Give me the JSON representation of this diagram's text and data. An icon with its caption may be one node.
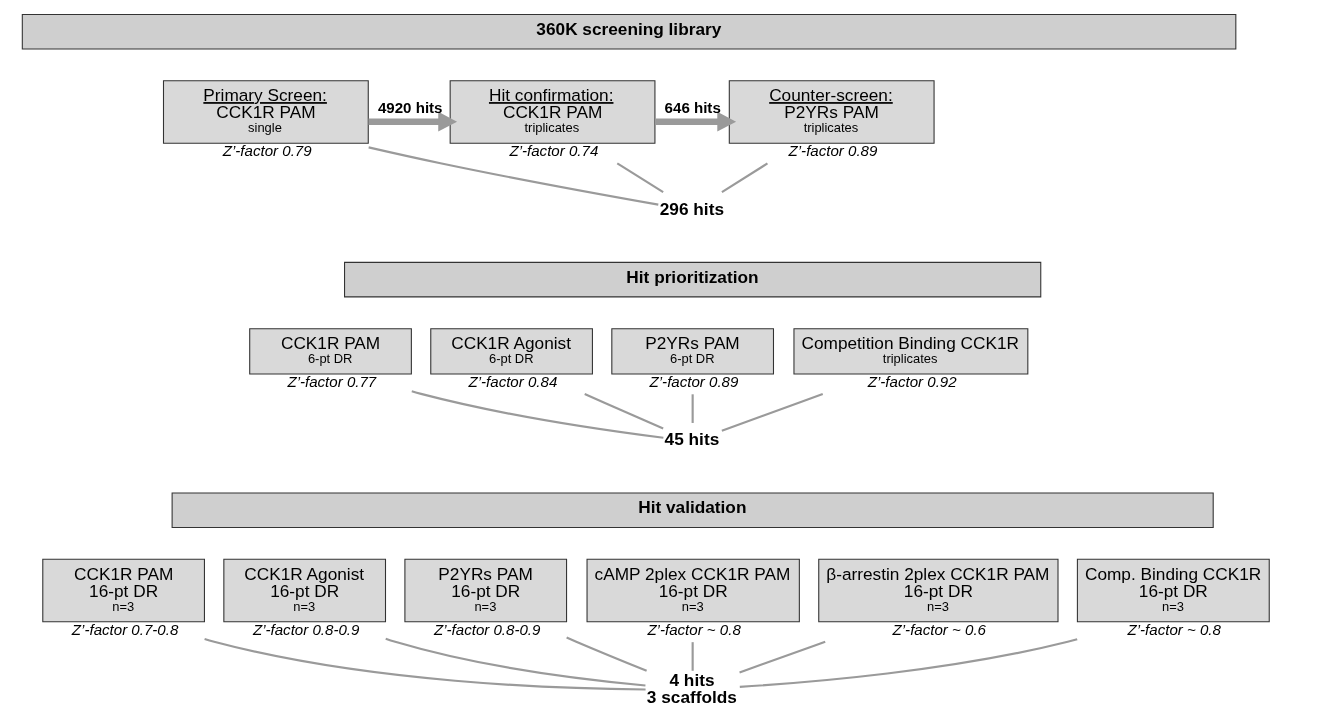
{
  "diagram": {
    "nodes": [
      {
        "text": [
          "360K screening library"
        ]
      },
      {
        "text": [
          "Primary Screen:",
          "CCK1R PAM",
          "single"
        ],
        "beside": [
          "Z’-factor 0.79"
        ]
      },
      {
        "text": [
          "Hit confirmation:",
          "CCK1R PAM",
          "triplicates"
        ],
        "beside": [
          "Z’-factor 0.74"
        ]
      },
      {
        "text": [
          "Counter-screen:",
          "P2YRs PAM",
          "triplicates"
        ],
        "beside": [
          "Z’-factor 0.89"
        ]
      },
      {
        "text": [
          "296 hits"
        ]
      },
      {
        "text": [
          "Hit prioritization"
        ]
      },
      {
        "text": [
          "CCK1R PAM",
          "6-pt DR"
        ],
        "beside": [
          "Z’-factor 0.77"
        ]
      },
      {
        "text": [
          "CCK1R Agonist",
          "6-pt DR"
        ],
        "beside": [
          "Z’-factor 0.84"
        ]
      },
      {
        "text": [
          "P2YRs PAM",
          "6-pt DR"
        ],
        "beside": [
          "Z’-factor 0.89"
        ]
      },
      {
        "text": [
          "Competition Binding CCK1R",
          "triplicates"
        ],
        "beside": [
          "Z’-factor 0.92"
        ]
      },
      {
        "text": [
          "45 hits"
        ]
      },
      {
        "text": [
          "Hit validation"
        ]
      },
      {
        "text": [
          "CCK1R PAM",
          "16-pt DR",
          "n=3"
        ],
        "beside": [
          "Z’-factor 0.7-0.8"
        ]
      },
      {
        "text": [
          "CCK1R Agonist",
          "16-pt DR",
          "n=3"
        ],
        "beside": [
          "Z’-factor 0.8-0.9"
        ]
      },
      {
        "text": [
          "P2YRs PAM",
          "16-pt DR",
          "n=3"
        ],
        "beside": [
          "Z’-factor 0.8-0.9"
        ]
      },
      {
        "text": [
          "cAMP 2plex CCK1R PAM",
          "16-pt DR",
          "n=3"
        ],
        "beside": [
          "Z’-factor ~ 0.8"
        ]
      },
      {
        "text": [
          "β-arrestin 2plex CCK1R PAM",
          "16-pt DR",
          "n=3"
        ],
        "beside": [
          "Z’-factor ~ 0.6"
        ]
      },
      {
        "text": [
          "Comp. Binding CCK1R",
          "16-pt DR",
          "n=3"
        ],
        "beside": [
          "Z’-factor ~ 0.8"
        ]
      },
      {
        "text": [
          "4 hits",
          "3 scaffolds"
        ]
      }
    ],
    "edges": [
      {
        "from": 1,
        "to": 2,
        "arrow": "to",
        "label": "4920 hits",
        "style": "thick"
      },
      {
        "from": 2,
        "to": 3,
        "arrow": "to",
        "label": "646 hits",
        "style": "thick"
      },
      {
        "from": 1,
        "to": 4,
        "arrow": "none"
      },
      {
        "from": 2,
        "to": 4,
        "arrow": "none"
      },
      {
        "from": 3,
        "to": 4,
        "arrow": "none"
      },
      {
        "from": 6,
        "to": 10,
        "arrow": "none"
      },
      {
        "from": 7,
        "to": 10,
        "arrow": "none"
      },
      {
        "from": 8,
        "to": 10,
        "arrow": "none"
      },
      {
        "from": 9,
        "to": 10,
        "arrow": "none"
      },
      {
        "from": 12,
        "to": 18,
        "arrow": "none"
      },
      {
        "from": 13,
        "to": 18,
        "arrow": "none"
      },
      {
        "from": 14,
        "to": 18,
        "arrow": "none"
      },
      {
        "from": 15,
        "to": 18,
        "arrow": "none"
      },
      {
        "from": 16,
        "to": 18,
        "arrow": "none"
      },
      {
        "from": 17,
        "to": 18,
        "arrow": "none"
      }
    ]
  }
}
